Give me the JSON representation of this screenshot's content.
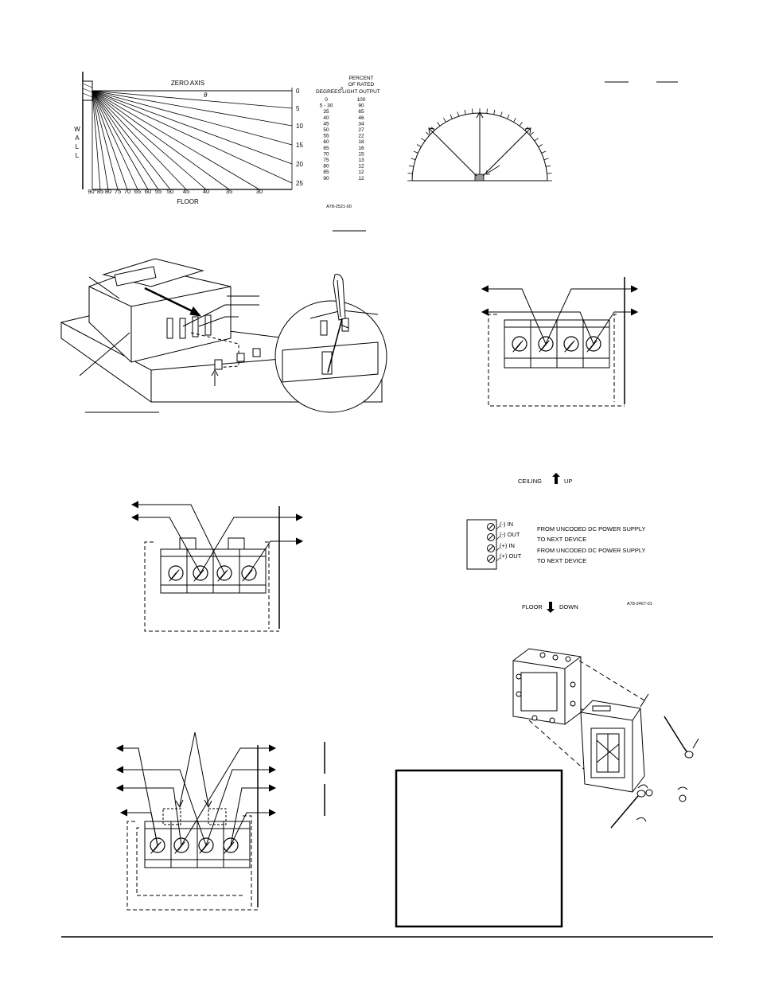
{
  "light_diagram": {
    "zero_axis": "ZERO AXIS",
    "theta": "θ",
    "wall": "WALL",
    "floor": "FLOOR",
    "ref_code": "A78-2521-00",
    "right_scale": [
      "0",
      "5",
      "10",
      "15",
      "20",
      "25"
    ],
    "floor_scale": [
      "90°",
      "85",
      "80",
      "75",
      "70",
      "65",
      "60",
      "55",
      "50",
      "45",
      "40",
      "35",
      "30"
    ],
    "col_degrees": "DEGREES",
    "col_degrees_sup": "θ",
    "col_percent": [
      "PERCENT",
      "OF RATED",
      "LIGHT OUTPUT"
    ],
    "table": [
      [
        "0",
        "100"
      ],
      [
        "5 - 30",
        "90"
      ],
      [
        "35",
        "65"
      ],
      [
        "40",
        "46"
      ],
      [
        "45",
        "34"
      ],
      [
        "50",
        "27"
      ],
      [
        "55",
        "22"
      ],
      [
        "60",
        "18"
      ],
      [
        "65",
        "16"
      ],
      [
        "70",
        "15"
      ],
      [
        "75",
        "13"
      ],
      [
        "80",
        "12"
      ],
      [
        "85",
        "12"
      ],
      [
        "90",
        "12"
      ]
    ]
  },
  "terminal_legend": {
    "ceiling": "CEILING",
    "up": "UP",
    "floor": "FLOOR",
    "down": "DOWN",
    "ref_code": "A78-2467-01",
    "rows": [
      {
        "label": "(-) IN",
        "desc": "FROM UNCODED DC POWER SUPPLY"
      },
      {
        "label": "(-) OUT",
        "desc": "TO NEXT DEVICE"
      },
      {
        "label": "(+) IN",
        "desc": "FROM UNCODED DC POWER SUPPLY"
      },
      {
        "label": "(+) OUT",
        "desc": "TO NEXT DEVICE"
      }
    ]
  }
}
